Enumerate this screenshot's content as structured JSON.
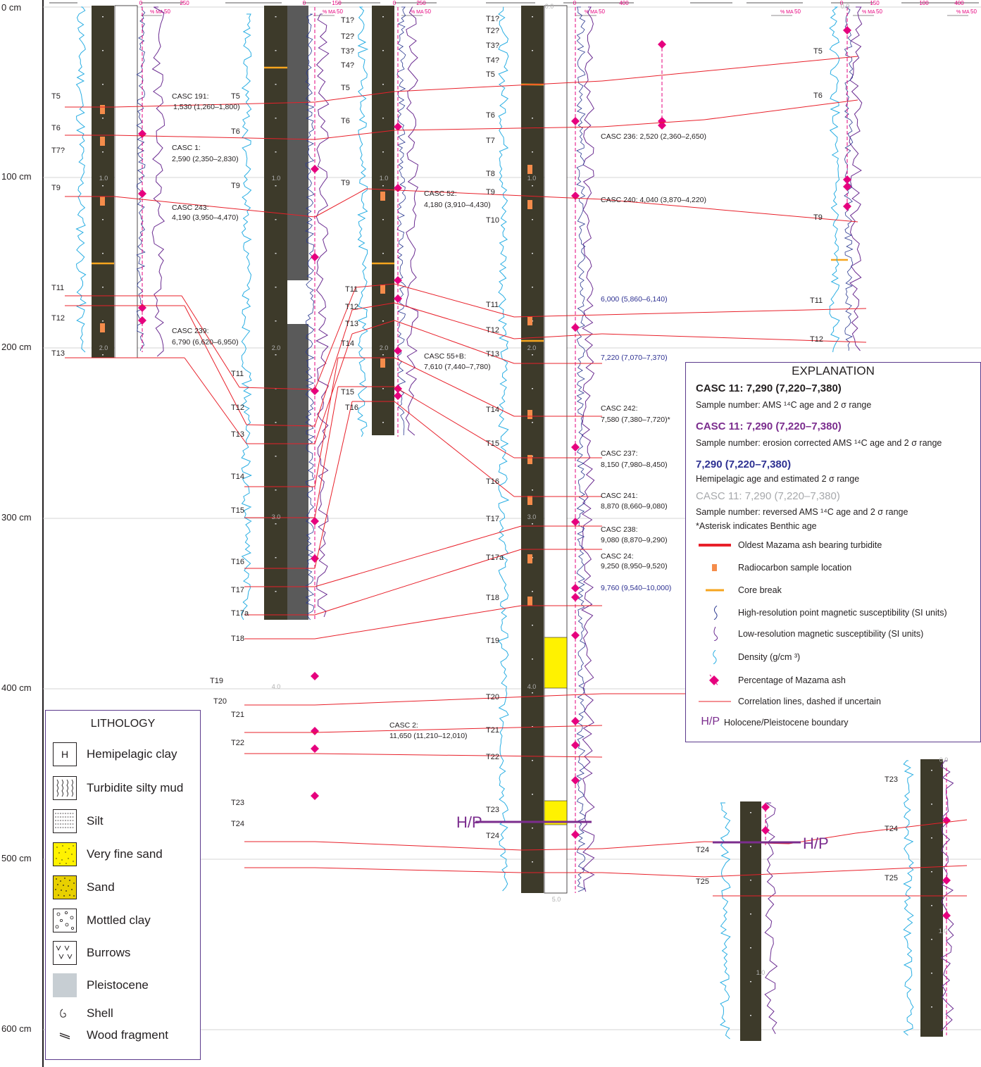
{
  "depth_axis": {
    "ticks": [
      "0 cm",
      "100 cm",
      "200 cm",
      "300 cm",
      "400 cm",
      "500 cm",
      "600 cm"
    ]
  },
  "cores": [
    {
      "scale_top": "0",
      "scale_bottom": "250",
      "ash_scale": "% MA",
      "ash_max": "50",
      "core_marks": [
        "1.0",
        "2.0"
      ],
      "turbidites": [
        "T5",
        "T6",
        "T7?",
        "T9",
        "T11",
        "T12",
        "T13"
      ],
      "ages": [
        "CASC 191:",
        "1,530 (1,260–1,800)",
        "CASC 1:",
        "2,590 (2,350–2,830)",
        "CASC 243:",
        "4,190 (3,950–4,470)",
        "CASC 239:",
        "6,790 (6,620–6,950)"
      ]
    },
    {
      "scale_top": "0",
      "scale_bottom": "150",
      "ash_scale": "% MA",
      "ash_max": "50",
      "core_marks": [
        "1.0",
        "2.0",
        "3.0",
        "4.0"
      ],
      "turbidites": [
        "T5",
        "T6",
        "T9",
        "T11",
        "T12",
        "T13",
        "T14",
        "T15",
        "T16",
        "T17",
        "T17a",
        "T18",
        "T19",
        "T20",
        "T21",
        "T22",
        "T23",
        "T24"
      ]
    },
    {
      "scale_top": "0",
      "scale_bottom": "250",
      "ash_scale": "% MA",
      "ash_max": "50",
      "core_marks": [
        "1.0",
        "2.0"
      ],
      "turbidites": [
        "T1?",
        "T2?",
        "T3?",
        "T4?",
        "T5",
        "T6",
        "T9",
        "T11",
        "T12",
        "T13",
        "T14",
        "T15",
        "T16"
      ],
      "ages": [
        "CASC 52:",
        "4,180 (3,910–4,430)",
        "CASC 55+B:",
        "7,610 (7,440–7,780)",
        "CASC 2:",
        "11,650 (11,210–12,010)"
      ]
    },
    {
      "scale_top": "0.0",
      "scale_bottom": "5.0",
      "ash_scale": "% MA",
      "ash_max": "50",
      "core_marks": [
        "1.0",
        "2.0",
        "3.0",
        "4.0"
      ],
      "turbidites": [
        "T1?",
        "T2?",
        "T3?",
        "T4?",
        "T5",
        "T6",
        "T7",
        "T8",
        "T9",
        "T10",
        "T11",
        "T12",
        "T13",
        "T14",
        "T15",
        "T16",
        "T17",
        "T17a",
        "T18",
        "T19",
        "T20",
        "T21",
        "T22",
        "T23",
        "T24"
      ],
      "ages": [
        "CASC 236: 2,520 (2,360–2,650)",
        "CASC 240: 4,040 (3,870–4,220)",
        "6,000 (5,860–6,140)",
        "7,220 (7,070–7,370)",
        "CASC 242:",
        "7,580 (7,380–7,720)*",
        "CASC 237:",
        "8,150 (7,980–8,450)",
        "CASC 241:",
        "8,870 (8,660–9,080)",
        "CASC 238:",
        "9,080 (8,870–9,290)",
        "CASC 24:",
        "9,250 (8,950–9,520)",
        "9,760 (9,540–10,000)"
      ]
    },
    {
      "scale_top": "0.0",
      "ash_scale": "% MA",
      "ash_max": "50",
      "turbidites": [
        "T5",
        "T6",
        "T9",
        "T11",
        "T12"
      ]
    },
    {
      "turbidites": [
        "T24",
        "T25"
      ],
      "core_marks": [
        "1.0"
      ]
    },
    {
      "scale_top": "0.0",
      "turbidites": [
        "T23",
        "T24",
        "T25"
      ],
      "core_marks": [
        "1.0"
      ]
    }
  ],
  "top_scale_values": [
    "0",
    "250",
    "0",
    "150",
    "0",
    "250",
    "0",
    "400",
    "0",
    "150",
    "100",
    "400"
  ],
  "hp_label": "H/P",
  "lithology": {
    "title": "LITHOLOGY",
    "items": [
      {
        "symbol": "H",
        "label": "Hemipelagic clay"
      },
      {
        "symbol": "turbidite",
        "label": "Turbidite silty mud"
      },
      {
        "symbol": "silt",
        "label": "Silt"
      },
      {
        "symbol": "vfsand",
        "label": "Very fine sand"
      },
      {
        "symbol": "sand",
        "label": "Sand"
      },
      {
        "symbol": "mottled",
        "label": "Mottled clay"
      },
      {
        "symbol": "burrows",
        "label": "Burrows"
      },
      {
        "symbol": "pleistocene",
        "label": "Pleistocene"
      },
      {
        "symbol": "shell",
        "label": "Shell"
      },
      {
        "symbol": "wood",
        "label": "Wood fragment"
      }
    ]
  },
  "explanation": {
    "title": "EXPLANATION",
    "ams_head": "CASC 11: 7,290 (7,220–7,380)",
    "ams_desc": "Sample number: AMS  ¹⁴C age and 2 σ range",
    "eroded_head": "CASC 11: 7,290 (7,220–7,380)",
    "eroded_desc": "Sample number: erosion corrected AMS   ¹⁴C age and 2 σ range",
    "hemi_head": "7,290 (7,220–7,380)",
    "hemi_desc": "Hemipelagic age and estimated 2   σ range",
    "rev_head": "CASC 11: 7,290 (7,220–7,380)",
    "rev_desc": "Sample number: reversed AMS   ¹⁴C age and 2 σ range",
    "benthic_note": "*Asterisk indicates Benthic age",
    "items": [
      "Oldest Mazama ash bearing turbidite",
      "Radiocarbon sample location",
      "Core break",
      "High-resolution point magnetic susceptibility (SI units)",
      "Low-resolution magnetic susceptibility (SI units)",
      "Density (g/cm  ³)",
      "Percentage of Mazama ash",
      "Correlation lines, dashed if uncertain",
      "Holocene/Pleistocene boundary"
    ],
    "hp_symbol": "H/P"
  },
  "colors": {
    "correlation": "#e8202a",
    "density": "#29aee3",
    "mag_low": "#6b2c91",
    "mag_high": "#2b3990",
    "ash": "#e6007e",
    "core_break": "#f6a51f",
    "c14": "#f58c4b",
    "hemi_age": "#2e3192",
    "eroded_age": "#7b2d8e",
    "reversed_age": "#a7a9ac",
    "frame": "#5b3a8c"
  }
}
